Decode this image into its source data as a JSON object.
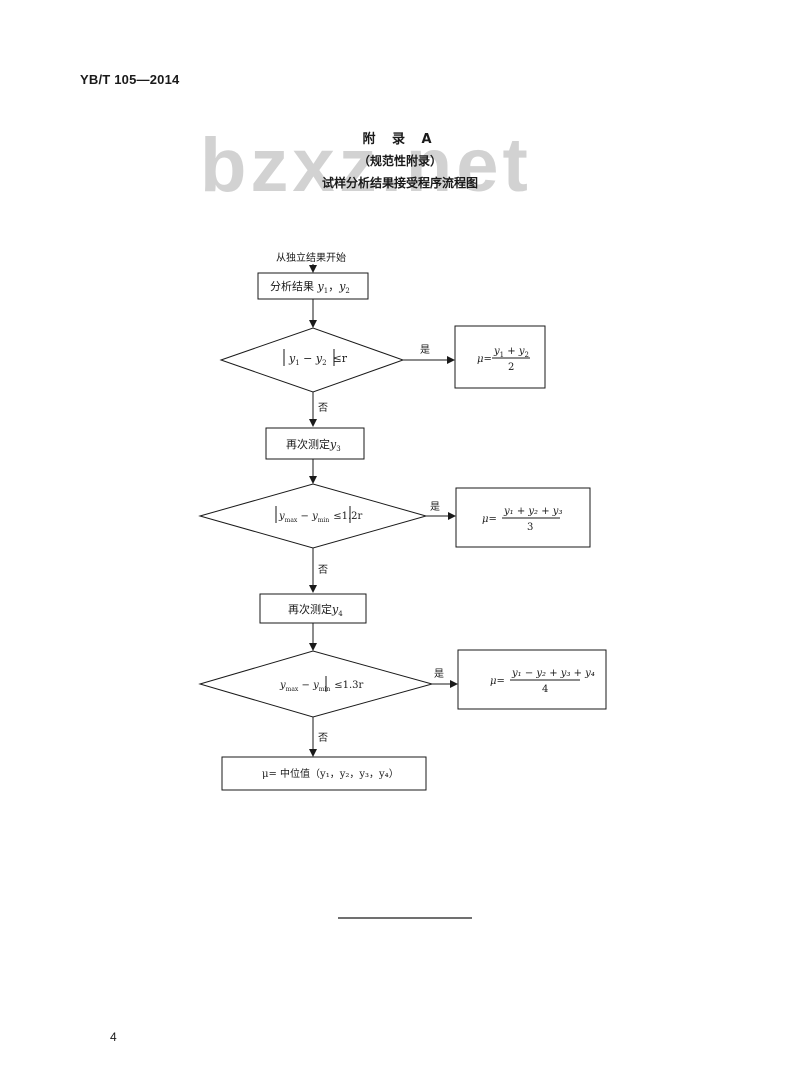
{
  "header": {
    "standard_code": "YB/T 105—2014"
  },
  "watermark": "bzxz.net",
  "title": {
    "appendix": "附 录 A",
    "normative": "（规范性附录）",
    "name": "试样分析结果接受程序流程图"
  },
  "flowchart": {
    "start_label": "从独立结果开始",
    "analysis": {
      "text": "分析结果 ",
      "vars": [
        "y",
        "1",
        "，",
        "y",
        "2"
      ]
    },
    "yes_label": "是",
    "no_label": "否",
    "decision1": {
      "bar": "|",
      "a": "y",
      "a_sub": "1",
      "op": " − ",
      "b": "y",
      "b_sub": "2",
      "bar2": "|",
      "rel": "≤r"
    },
    "result1": {
      "mu": "μ=",
      "num_a": "y",
      "num_a_sub": "1",
      "plus": " + ",
      "num_b": "y",
      "num_b_sub": "2",
      "den": "2"
    },
    "measure3": {
      "text": "再次测定",
      "var": "y",
      "sub": "3"
    },
    "decision2": {
      "a": "y",
      "a_sub": "max",
      "op": " − ",
      "b": "y",
      "b_sub": "min",
      "rel": "≤1.2r"
    },
    "result2": {
      "mu": "μ=",
      "num": "y₁ + y₂ + y₃",
      "den": "3"
    },
    "measure4": {
      "text": "再次测定",
      "var": "y",
      "sub": "4"
    },
    "decision3": {
      "a": "y",
      "a_sub": "max",
      "op": " − ",
      "b": "y",
      "b_sub": "min",
      "rel": "≤1.3r"
    },
    "result3": {
      "mu": "μ=",
      "num": "y₁ − y₂ + y₃ + y₄",
      "den": "4"
    },
    "median": {
      "text": "μ= 中位值（y₁，y₂，y₃，y₄）"
    }
  },
  "footer": {
    "page_number": "4"
  }
}
